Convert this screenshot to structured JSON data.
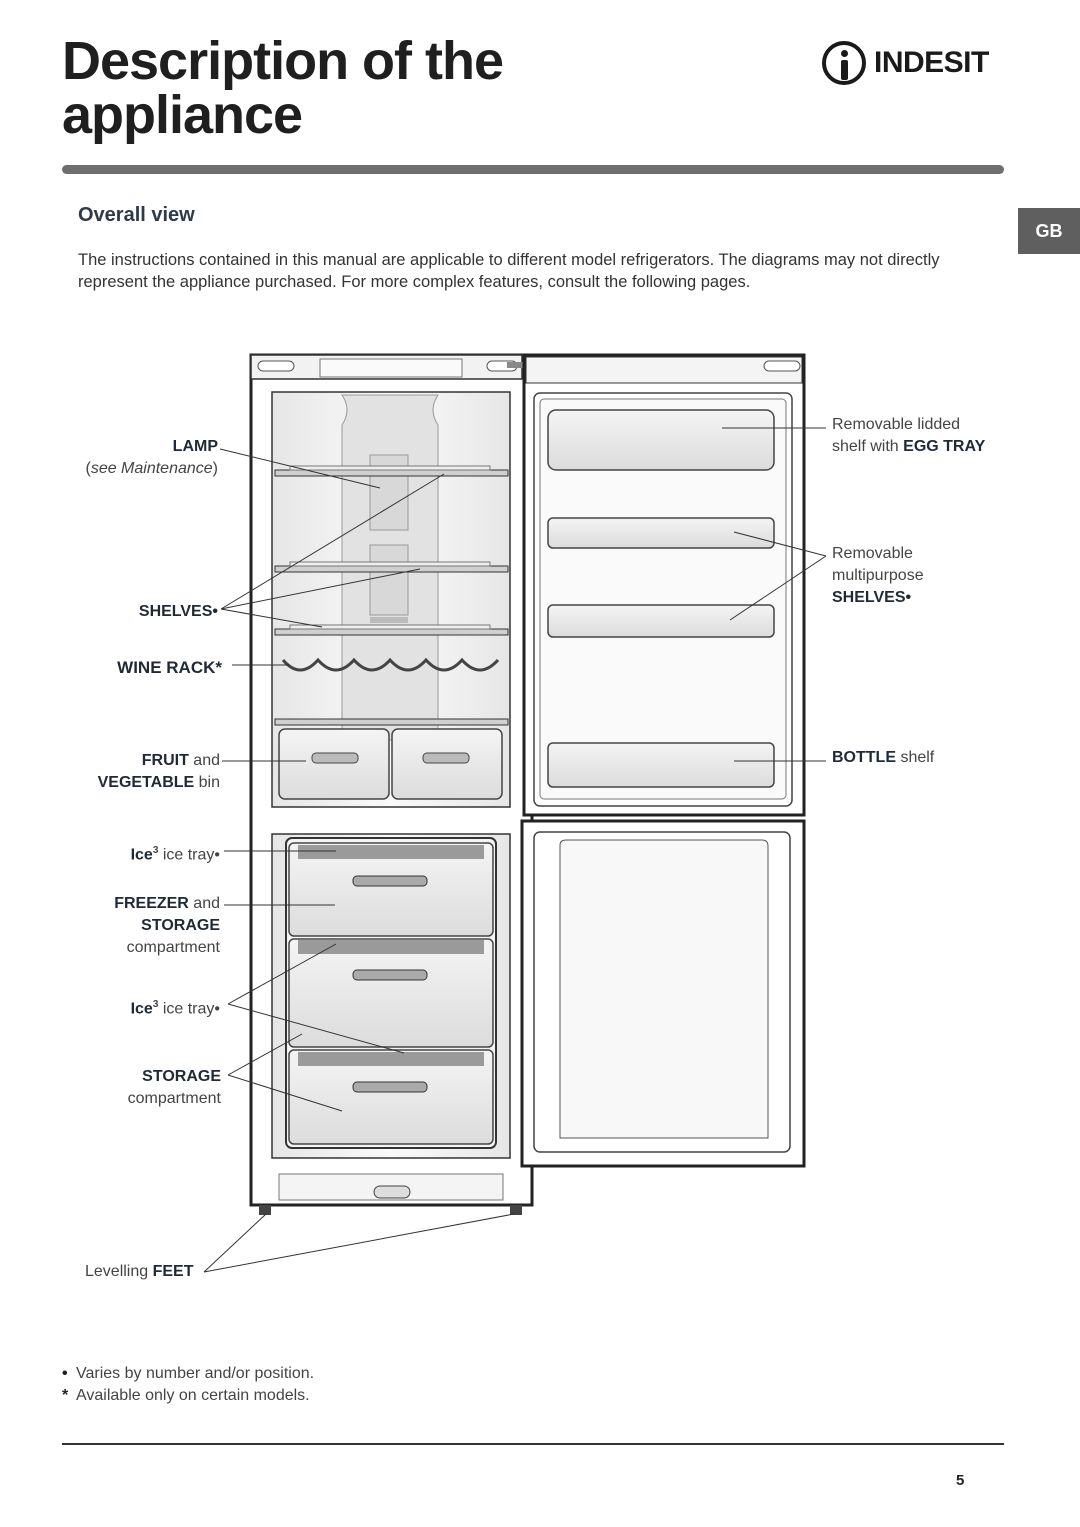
{
  "header": {
    "title_line1": "Description of the",
    "title_line2": "appliance",
    "brand": "INDESIT",
    "lang_tab": "GB"
  },
  "section": {
    "title": "Overall view",
    "intro": "The instructions contained in this manual are applicable to different model refrigerators. The diagrams may not directly represent the appliance purchased. For more complex features, consult the following pages."
  },
  "labels": {
    "lamp": {
      "bold": "LAMP",
      "note": "see Maintenance"
    },
    "shelves_left": {
      "bold": "SHELVES•"
    },
    "wine_rack": {
      "bold": "WINE RACK*"
    },
    "fruit_bin": {
      "bold1": "FRUIT",
      "text1": " and",
      "bold2": "VEGETABLE",
      "text2": " bin"
    },
    "ice_tray_1": {
      "bold": "Ice",
      "sup": "3",
      "text": " ice tray•"
    },
    "freezer": {
      "bold1": "FREEZER",
      "text1": " and",
      "bold2": "STORAGE",
      "text2": "compartment"
    },
    "ice_tray_2": {
      "bold": "Ice",
      "sup": "3",
      "text": " ice tray•"
    },
    "storage": {
      "bold": "STORAGE",
      "text": "compartment"
    },
    "feet": {
      "text": "Levelling ",
      "bold": "FEET"
    },
    "egg_tray": {
      "line1": "Removable lidded",
      "text2": "shelf with ",
      "bold2": "EGG TRAY"
    },
    "door_shelves": {
      "line1": "Removable",
      "line2": "multipurpose",
      "bold3": "SHELVES•"
    },
    "bottle": {
      "bold": "BOTTLE",
      "text": " shelf"
    }
  },
  "notes": {
    "n1_symbol": "•",
    "n1_text": "Varies by number and/or position.",
    "n2_symbol": "*",
    "n2_text": "Available only on certain models."
  },
  "footer": {
    "page": "5"
  },
  "colors": {
    "rule": "#6e6e6e",
    "tab": "#5f5f5f",
    "text_dark": "#1f2a36"
  }
}
